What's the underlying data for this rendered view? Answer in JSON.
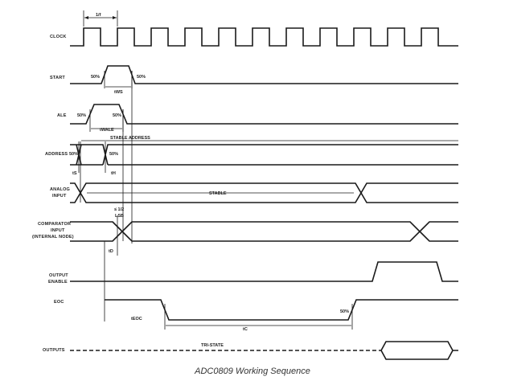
{
  "signals": {
    "clock": "CLOCK",
    "start": "START",
    "ale": "ALE",
    "address": "ADDRESS",
    "analog_input_line1": "ANALOG",
    "analog_input_line2": "INPUT",
    "comparator_line1": "COMPARATOR",
    "comparator_line2": "INPUT",
    "comparator_line3": "(INTERNAL NODE)",
    "output_enable_line1": "OUTPUT",
    "output_enable_line2": "ENABLE",
    "eoc": "EOC",
    "outputs": "OUTPUTS"
  },
  "annotations": {
    "clock_period": "1/f",
    "start_50_left": "50%",
    "start_50_right": "50%",
    "tws": "tWS",
    "ale_50_left": "50%",
    "ale_50_right": "50%",
    "twale": "tWALE",
    "stable_address": "STABLE ADDRESS",
    "addr_50_left": "50%",
    "addr_50_right": "50%",
    "ts": "tS",
    "th": "tH",
    "stable": "STABLE",
    "lsb_line1": "≤ 1/2",
    "lsb_line2": "LSB",
    "td": "tD",
    "eoc_50": "50%",
    "teoc": "tEOC",
    "tc": "tC",
    "tri_state": "TRI-STATE"
  },
  "caption": "ADC0809 Working Sequence"
}
